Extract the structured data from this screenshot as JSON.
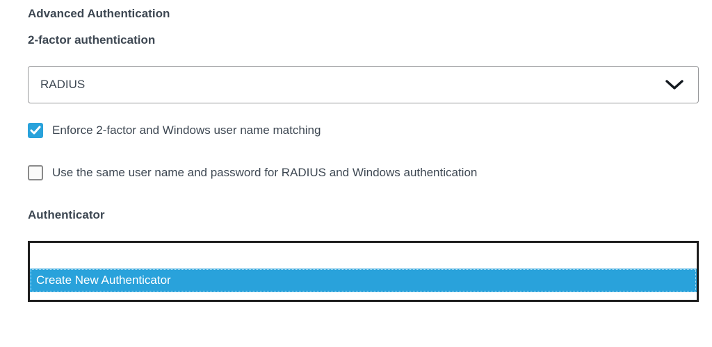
{
  "page": {
    "section_title": "Advanced Authentication",
    "two_factor_label": "2-factor authentication",
    "two_factor_select": {
      "value": "RADIUS",
      "chevron_icon": "chevron-down-icon"
    },
    "checkboxes": [
      {
        "label": "Enforce 2-factor and Windows user name matching",
        "checked": true
      },
      {
        "label": "Use the same user name and password for RADIUS and Windows authentication",
        "checked": false
      }
    ],
    "authenticator_label": "Authenticator",
    "authenticator_listbox": {
      "options": [
        {
          "label": "",
          "selected": false
        },
        {
          "label": "Create New Authenticator",
          "selected": true
        }
      ]
    },
    "colors": {
      "accent_blue": "#29a2db",
      "text": "#3d4752",
      "select_border": "#98999b",
      "listbox_border": "#1e1e1e",
      "selected_option_text": "#ffffff"
    }
  }
}
